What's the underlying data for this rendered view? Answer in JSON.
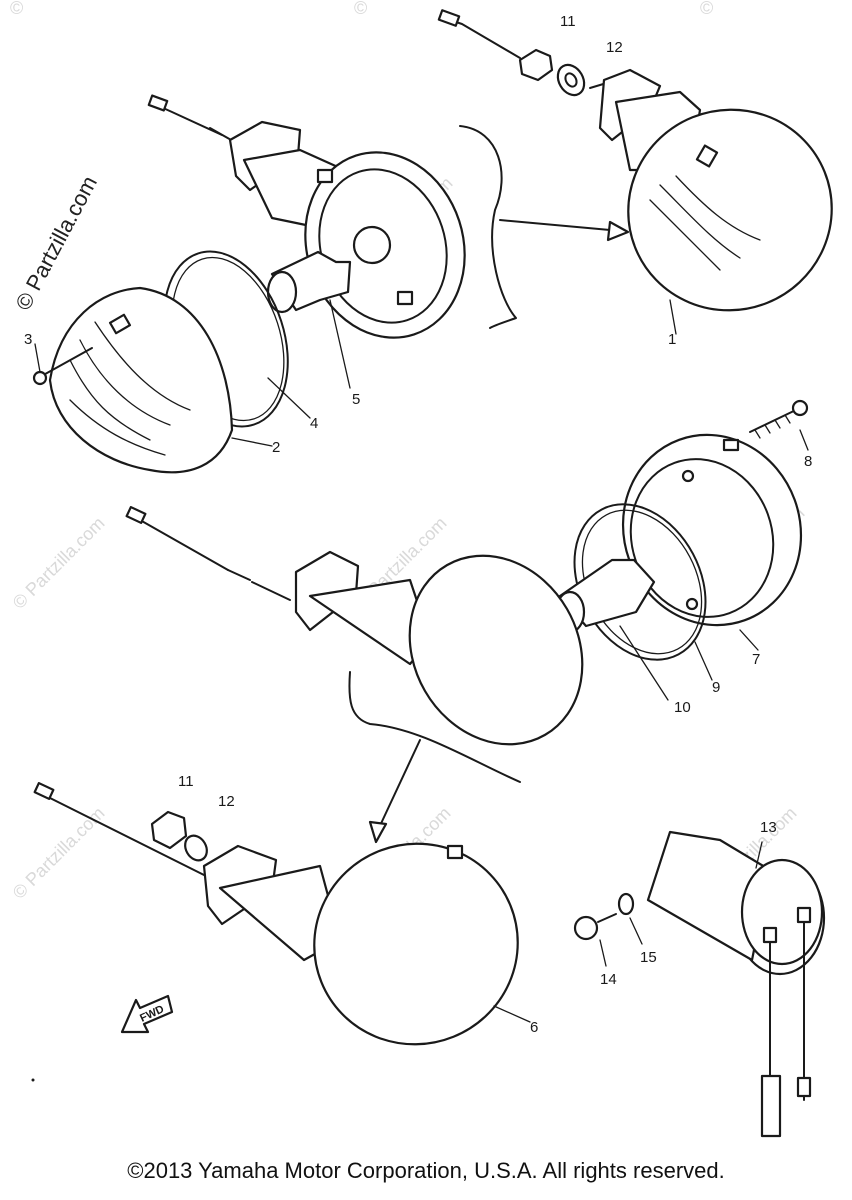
{
  "watermark": {
    "main": "© Partzilla.com",
    "tile": "© Partzilla.com",
    "top_marks": [
      "©",
      "©",
      "©"
    ]
  },
  "callouts": [
    "1",
    "2",
    "3",
    "4",
    "5",
    "6",
    "7",
    "8",
    "9",
    "10",
    "11",
    "12",
    "11",
    "12",
    "13",
    "14",
    "15"
  ],
  "fwd_label": "FWD",
  "copyright": "©2013 Yamaha Motor Corporation, U.S.A. All rights reserved."
}
